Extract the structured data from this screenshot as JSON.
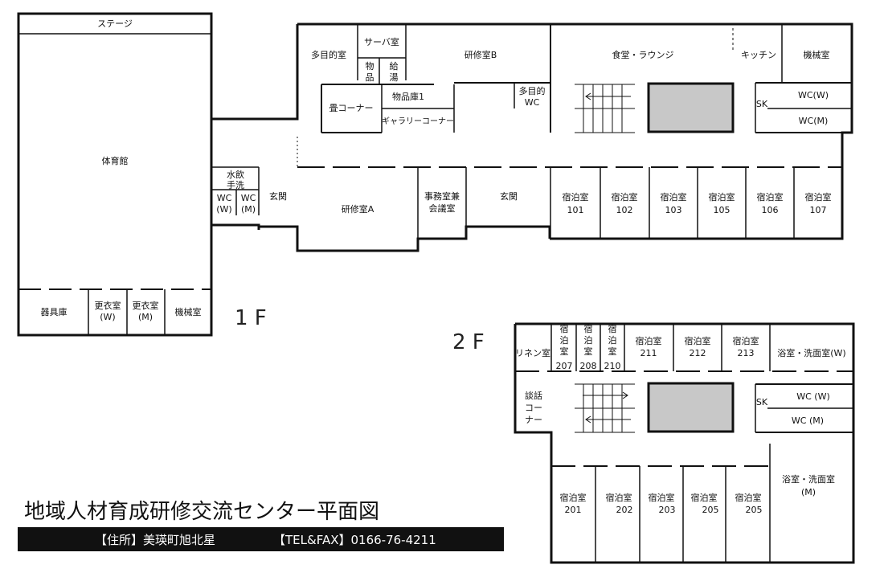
{
  "colors": {
    "wall": "#111111",
    "stairwell": "#c8c8c8",
    "banner": "#111111",
    "banner_text": "#ffffff"
  },
  "floors": {
    "f1": {
      "label": "1 F",
      "rooms": {
        "stage": "ステージ",
        "gym": "体育館",
        "equipment": "器具庫",
        "locker_w": [
          "更衣室",
          "(W)"
        ],
        "locker_m": [
          "更衣室",
          "(M)"
        ],
        "machine_gym": "機械室",
        "drink_wash": [
          "水飲",
          "手洗"
        ],
        "wc_w": [
          "WC",
          "(W)"
        ],
        "wc_m": [
          "WC",
          "(M)"
        ],
        "entrance_west": "玄関",
        "training_a": "研修室A",
        "office": [
          "事務室兼",
          "会議室"
        ],
        "entrance_east": "玄関",
        "multipurpose": "多目的室",
        "server": "サーバ室",
        "storage_small": [
          "物",
          "品"
        ],
        "hot_water": [
          "給",
          "湯"
        ],
        "tatami": "畳コーナー",
        "storage1": "物品庫1",
        "gallery": "ギャラリーコーナー",
        "training_b": "研修室B",
        "multi_wc": [
          "多目的",
          "WC"
        ],
        "dining": "食堂・ラウンジ",
        "kitchen": "キッチン",
        "machine": "機械室",
        "sk": "SK",
        "wc_w2": "WC(W)",
        "wc_m2": "WC(M)",
        "lodging": [
          {
            "name": "宿泊室",
            "no": "101"
          },
          {
            "name": "宿泊室",
            "no": "102"
          },
          {
            "name": "宿泊室",
            "no": "103"
          },
          {
            "name": "宿泊室",
            "no": "105"
          },
          {
            "name": "宿泊室",
            "no": "106"
          },
          {
            "name": "宿泊室",
            "no": "107"
          }
        ]
      }
    },
    "f2": {
      "label": "2 F",
      "rooms": {
        "linen": "リネン室",
        "room207": [
          "宿",
          "泊",
          "室",
          "207"
        ],
        "room208": [
          "宿",
          "泊",
          "室",
          "208"
        ],
        "room210": [
          "宿",
          "泊",
          "室",
          "210"
        ],
        "room211": [
          "宿泊室",
          "211"
        ],
        "room212": [
          "宿泊室",
          "212"
        ],
        "room213": [
          "宿泊室",
          "213"
        ],
        "bath_w": "浴室・洗面室(W)",
        "talk": [
          "談話",
          "コー",
          "ナー"
        ],
        "sk": "SK",
        "wc_w": "WC (W)",
        "wc_m": "WC (M)",
        "bath_m": [
          "浴室・洗面室",
          "(M)"
        ],
        "lodging": [
          {
            "name": "宿泊室",
            "no": "201"
          },
          {
            "name": "宿泊室",
            "no": "202"
          },
          {
            "name": "宿泊室",
            "no": "203"
          },
          {
            "name": "宿泊室",
            "no": "205"
          },
          {
            "name": "宿泊室",
            "no": "205"
          }
        ]
      }
    }
  },
  "title": "地域人材育成研修交流センター平面図",
  "address": "【住所】美瑛町旭北星",
  "contact": "【TEL&FAX】0166-76-4211"
}
